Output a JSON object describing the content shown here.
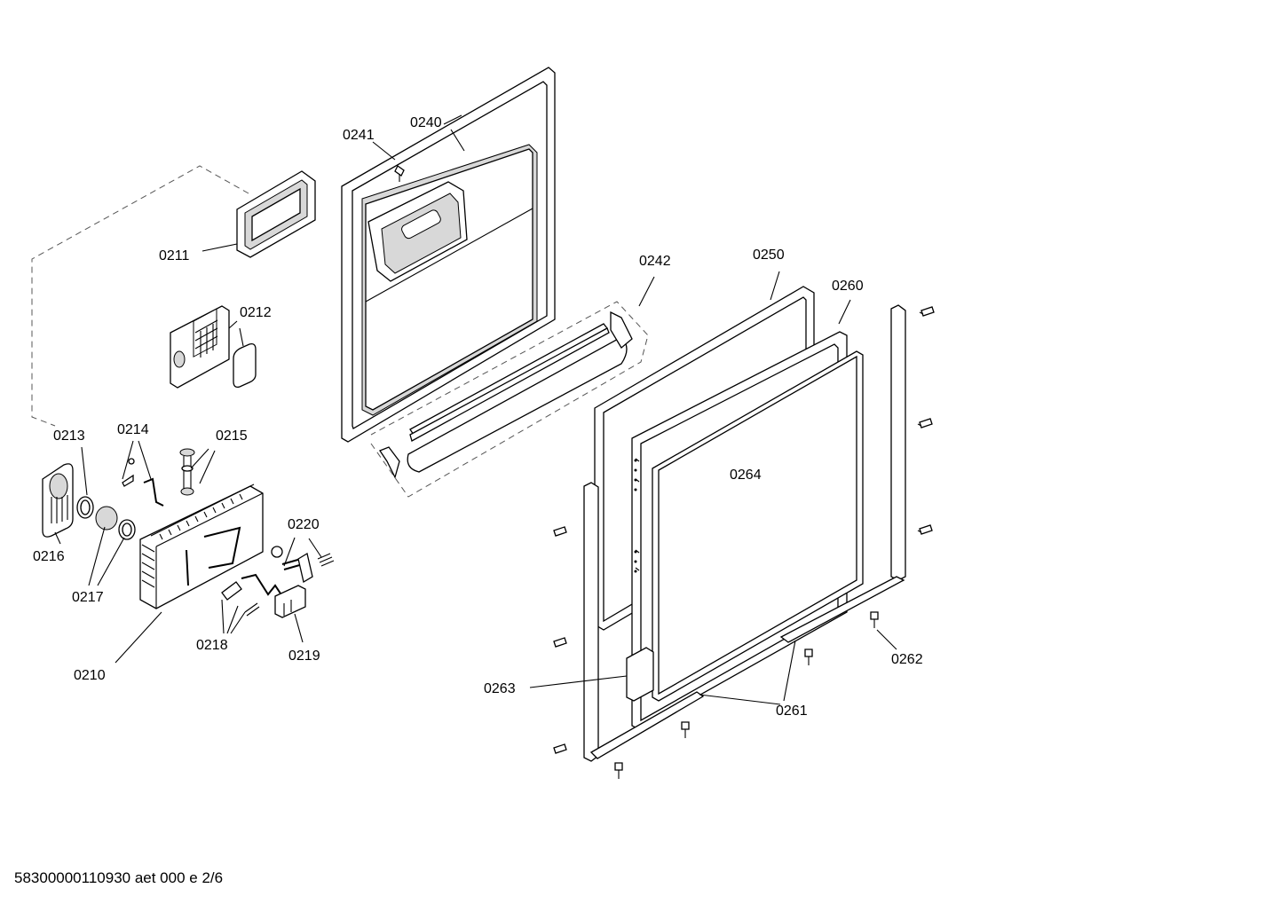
{
  "labels": {
    "p0241": "0241",
    "p0240": "0240",
    "p0211": "0211",
    "p0212": "0212",
    "p0242": "0242",
    "p0250": "0250",
    "p0260": "0260",
    "p0213": "0213",
    "p0214": "0214",
    "p0215": "0215",
    "p0264": "0264",
    "p0220": "0220",
    "p0216": "0216",
    "p0217": "0217",
    "p0218": "0218",
    "p0219": "0219",
    "p0210": "0210",
    "p0263": "0263",
    "p0262": "0262",
    "p0261": "0261"
  },
  "footer": "58300000110930 aet 000 e 2/6"
}
